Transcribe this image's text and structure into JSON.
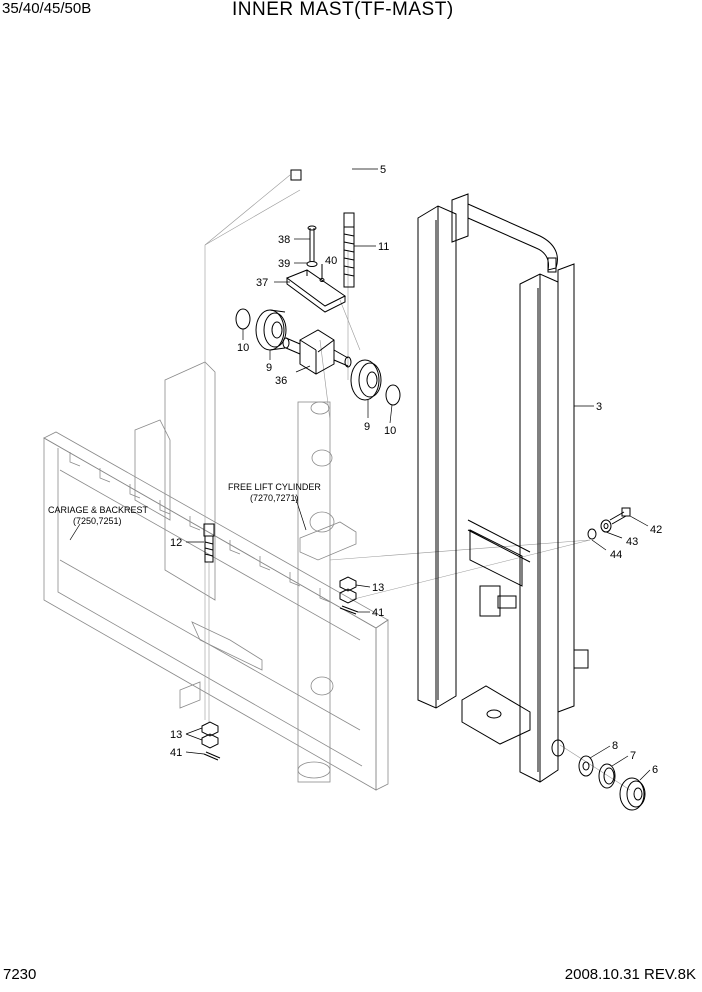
{
  "header": {
    "model": "35/40/45/50B",
    "title": "INNER  MAST(TF-MAST)"
  },
  "footer": {
    "page_no": "7230",
    "date_rev": "2008.10.31  REV.8K"
  },
  "callouts": {
    "c5": "5",
    "c11": "11",
    "c38": "38",
    "c39": "39",
    "c40": "40",
    "c37": "37",
    "c10a": "10",
    "c9a": "9",
    "c36": "36",
    "c9b": "9",
    "c10b": "10",
    "c3": "3",
    "c12": "12",
    "c13a": "13",
    "c41a": "41",
    "c42": "42",
    "c43": "43",
    "c44": "44",
    "c13b": "13",
    "c41b": "41",
    "c8": "8",
    "c7": "7",
    "c6": "6"
  },
  "references": {
    "carriage_label": "CARIAGE & BACKREST",
    "carriage_ref": "(7250,7251)",
    "cylinder_label": "FREE LIFT CYLINDER",
    "cylinder_ref": "(7270,7271)"
  }
}
